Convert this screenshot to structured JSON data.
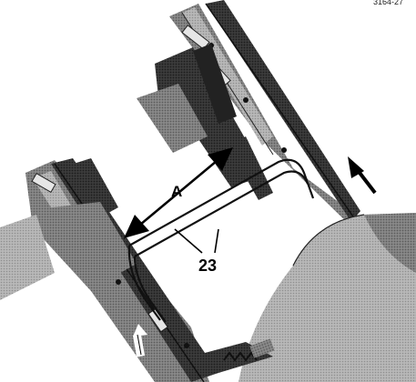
{
  "figure": {
    "code": "3164-27",
    "dimension_label": "A",
    "part_label": "23"
  },
  "colors": {
    "ink": "#000000",
    "rail_dark": "#3a3a3a",
    "rail_mid": "#6f6f6f",
    "rail_light": "#a9a9a9",
    "paper": "#ffffff"
  },
  "icons": [
    "arrow-up-icon",
    "double-arrow-icon",
    "leader-line"
  ]
}
